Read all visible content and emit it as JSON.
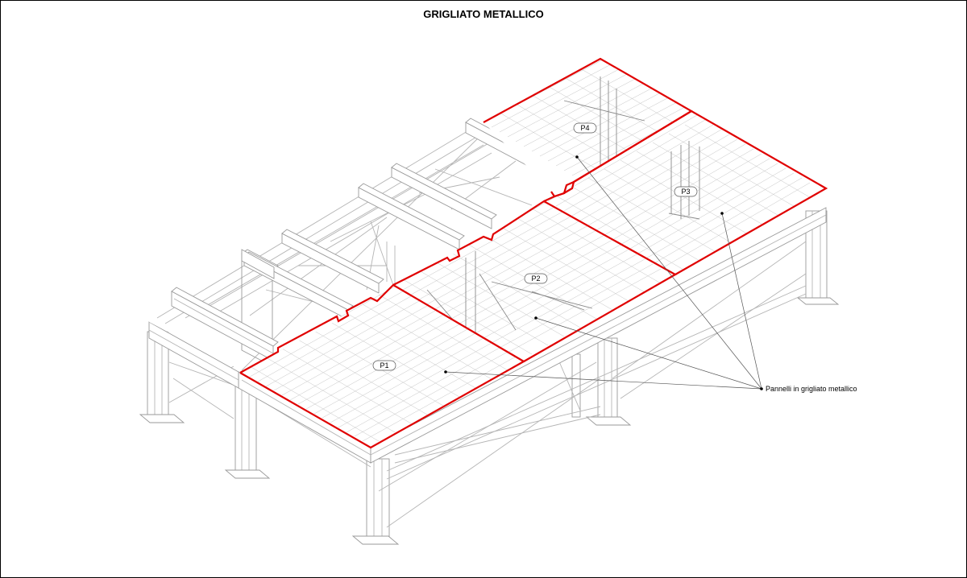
{
  "title": "GRIGLIATO METALLICO",
  "panels": [
    {
      "id": "p1",
      "label": "P1"
    },
    {
      "id": "p2",
      "label": "P2"
    },
    {
      "id": "p3",
      "label": "P3"
    },
    {
      "id": "p4",
      "label": "P4"
    }
  ],
  "callout": "Pannelli in grigliato metallico",
  "colors": {
    "panel_edge": "#e00000",
    "structure": "#b5b5b5",
    "grating": "#c4c4c4"
  }
}
